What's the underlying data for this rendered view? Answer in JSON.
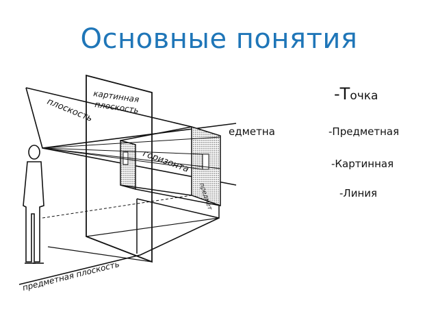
{
  "slide": {
    "title": "Основные понятия",
    "bullets": [
      {
        "dash": "-",
        "cap": "Т",
        "rest": "очка"
      },
      {
        "text": "-Предметная"
      },
      {
        "text": "-Картинная"
      },
      {
        "text": "-Линия"
      }
    ],
    "clipped_text": "едметна"
  },
  "diagram": {
    "labels": {
      "picture_plane_line1": "картинная",
      "picture_plane_line2": "плоскость",
      "horizon_plane_1": "плоскость",
      "horizon_plane_2": "горизонта",
      "object": "предмет",
      "ground_plane": "предметная плоскость"
    },
    "colors": {
      "title": "#1f76b8",
      "ink": "#111111",
      "hatch": "#333333"
    }
  }
}
